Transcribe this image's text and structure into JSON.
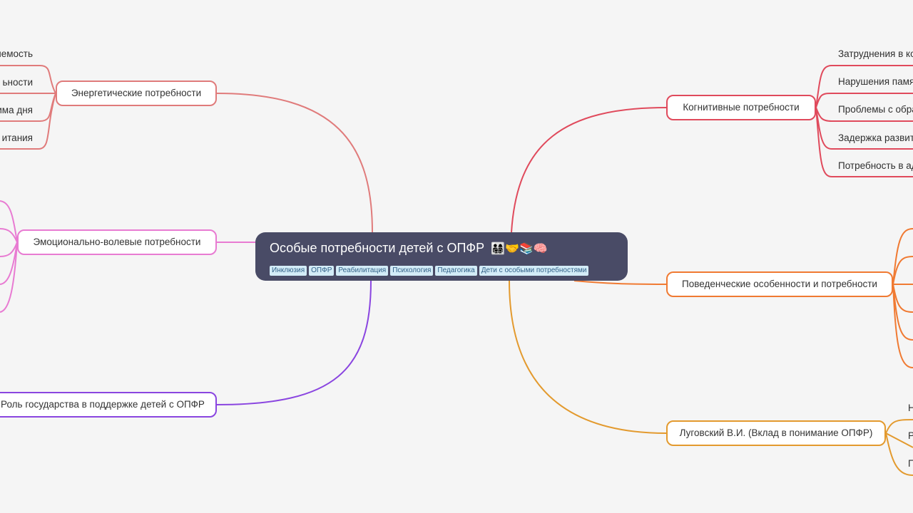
{
  "root": {
    "title": "Особые потребности детей с ОПФР",
    "emoji": "👨‍👩‍👧‍👦🤝📚🧠",
    "tags": [
      "Инклюзия",
      "ОПФР",
      "Реабилитация",
      "Психология",
      "Педагогика",
      "Дети с особыми потребностями"
    ]
  },
  "branches": {
    "energy": {
      "label": "Энергетические потребности",
      "color": "#e07b7b",
      "leaves": [
        "немость",
        "ьности",
        "има дня",
        "итания"
      ]
    },
    "emotional": {
      "label": "Эмоционально-волевые потребности",
      "color": "#e87bd2"
    },
    "state": {
      "label": "Роль государства в поддержке детей с ОПФР",
      "color": "#8a45e0"
    },
    "cognitive": {
      "label": "Когнитивные потребности",
      "color": "#e04a5c",
      "leaves": [
        "Затруднения в ко",
        "Нарушения памя",
        "Проблемы с обра",
        "Задержка развит",
        "Потребность в ад"
      ]
    },
    "behavior": {
      "label": "Поведенческие особенности и потребности",
      "color": "#f07a32"
    },
    "lugovsky": {
      "label": "Луговский В.И. (Вклад в понимание ОПФР)",
      "color": "#e39a2e",
      "leaves": [
        "Н",
        "Р",
        "П"
      ]
    }
  }
}
